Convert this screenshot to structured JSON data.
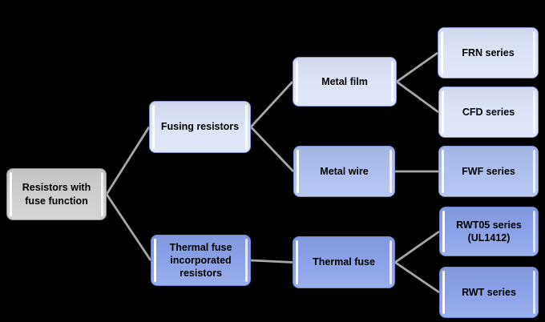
{
  "diagram": {
    "title": "Resistors with fuse function lineup tree",
    "background_color": "#000000",
    "connector_color": "#a6a6a6",
    "text_color": "#000000",
    "palette": {
      "root_fill": "#cdcdcd",
      "root_border": "#8f8f8f",
      "light_fill": "#dce3f7",
      "light_border": "#8293cd",
      "mid_fill": "#adbeee",
      "mid_border": "#7f93d4",
      "dark_fill": "#8aa0e8",
      "dark_border": "#6d84d2"
    },
    "nodes": {
      "root": {
        "label": "Resistors with fuse function",
        "fill": "#cdcdcd",
        "border": "#8f8f8f"
      },
      "fusing": {
        "label": "Fusing resistors",
        "fill": "#dce3f7",
        "border": "#8293cd"
      },
      "thermal_inc": {
        "label": "Thermal fuse incorporated resistors",
        "fill": "#8aa0e8",
        "border": "#6d84d2"
      },
      "metal_film": {
        "label": "Metal film",
        "fill": "#dce3f7",
        "border": "#8293cd"
      },
      "metal_wire": {
        "label": "Metal wire",
        "fill": "#adbeee",
        "border": "#7f93d4"
      },
      "thermal_fuse": {
        "label": "Thermal fuse",
        "fill": "#8aa0e8",
        "border": "#6d84d2"
      },
      "frn": {
        "label": "FRN series",
        "fill": "#dce3f7",
        "border": "#8293cd"
      },
      "cfd": {
        "label": "CFD series",
        "fill": "#dce3f7",
        "border": "#8293cd"
      },
      "fwf": {
        "label": "FWF series",
        "fill": "#adbeee",
        "border": "#7f93d4"
      },
      "rwt05": {
        "label": "RWT05 series (UL1412)",
        "fill": "#8aa0e8",
        "border": "#6d84d2"
      },
      "rwt": {
        "label": "RWT series",
        "fill": "#8aa0e8",
        "border": "#6d84d2"
      }
    },
    "edges": [
      {
        "from": "root",
        "to": "fusing"
      },
      {
        "from": "root",
        "to": "thermal_inc"
      },
      {
        "from": "fusing",
        "to": "metal_film"
      },
      {
        "from": "fusing",
        "to": "metal_wire"
      },
      {
        "from": "thermal_inc",
        "to": "thermal_fuse"
      },
      {
        "from": "metal_film",
        "to": "frn"
      },
      {
        "from": "metal_film",
        "to": "cfd"
      },
      {
        "from": "metal_wire",
        "to": "fwf"
      },
      {
        "from": "thermal_fuse",
        "to": "rwt05"
      },
      {
        "from": "thermal_fuse",
        "to": "rwt"
      }
    ]
  }
}
